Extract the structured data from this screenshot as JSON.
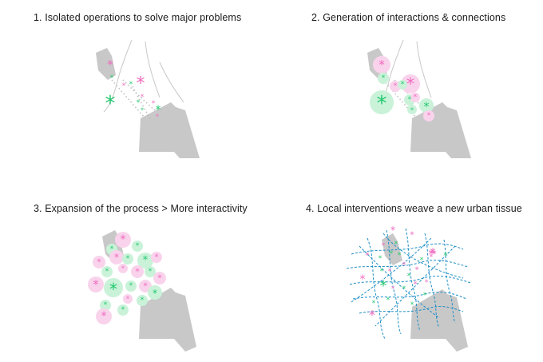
{
  "panels": [
    {
      "title": "1. Isolated operations to solve major problems"
    },
    {
      "title": "2. Generation of interactions & connections"
    },
    {
      "title": "3. Expansion of the process > More interactivity"
    },
    {
      "title": "4. Local interventions weave a new urban tissue"
    }
  ],
  "colors": {
    "pink": "#f06bbf",
    "green": "#22c86e",
    "pink_halo": "#f9d3ec",
    "green_halo": "#c9f2d9",
    "gray_shape": "#c8c8c8",
    "network": "#1f8fc7"
  },
  "icons": [
    "asterisk-icon"
  ]
}
